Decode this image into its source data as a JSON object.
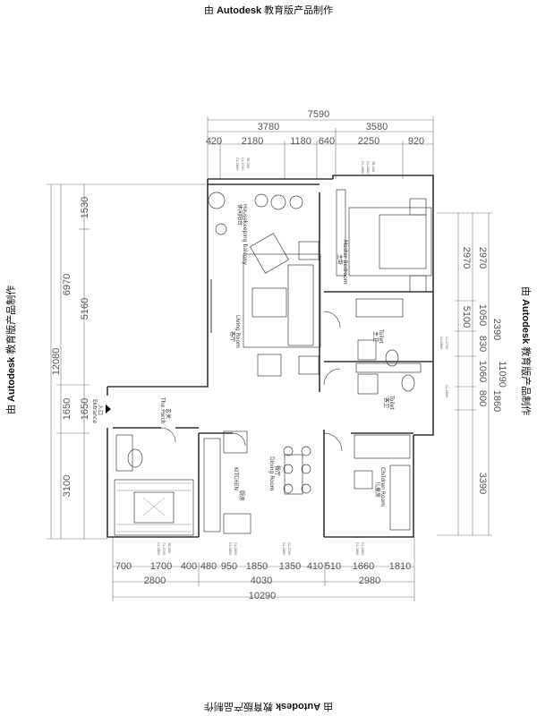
{
  "watermark": {
    "prefix": "由",
    "brand": "Autodesk",
    "suffix": "教育版产品制作"
  },
  "dims_top": {
    "overall": "7590",
    "row2": [
      "3780",
      "3580"
    ],
    "row3": [
      "420",
      "2180",
      "1180",
      "640",
      "2250",
      "920"
    ]
  },
  "dims_bottom": {
    "row1": [
      "700",
      "1700",
      "400",
      "480",
      "950",
      "1850",
      "1350",
      "410",
      "510",
      "1660",
      "1810"
    ],
    "row2": [
      "2800",
      "4030",
      "2980"
    ],
    "overall": "10290"
  },
  "dims_left": {
    "overall": "12080",
    "mid": [
      "6970",
      "1650",
      "3100"
    ],
    "inner": [
      "1530",
      "5160",
      "1650"
    ]
  },
  "dims_right": {
    "overall": "11090",
    "outer": [
      "2970",
      "5100"
    ],
    "mid": [
      "2970",
      "1050",
      "830",
      "1060",
      "800",
      "3390"
    ],
    "inner": [
      "2390",
      "1860"
    ]
  },
  "rooms": {
    "balcony": {
      "cn": "休闲阳台",
      "en": "Housekeeping balcony"
    },
    "living": {
      "cn": "客厅",
      "en": "Living Room"
    },
    "master": {
      "cn": "主卧",
      "en": "Master Bedroom"
    },
    "toilet1": {
      "cn": "主卫",
      "en": "Toilet"
    },
    "toilet2": {
      "cn": "客卫",
      "en": "Toilet"
    },
    "porch": {
      "cn": "玄关",
      "en": "The Porch"
    },
    "entrance": {
      "cn": "入口",
      "en": "Entrance"
    },
    "kitchen": {
      "cn": "厨房",
      "en": "KITCHEN"
    },
    "dining": {
      "cn": "餐厅",
      "en": "Dining Room"
    },
    "child": {
      "cn": "儿童房",
      "en": "Children Room"
    }
  },
  "elevations": [
    "CL:2800",
    "CL:2700",
    "CL:2600",
    "TB:200"
  ]
}
